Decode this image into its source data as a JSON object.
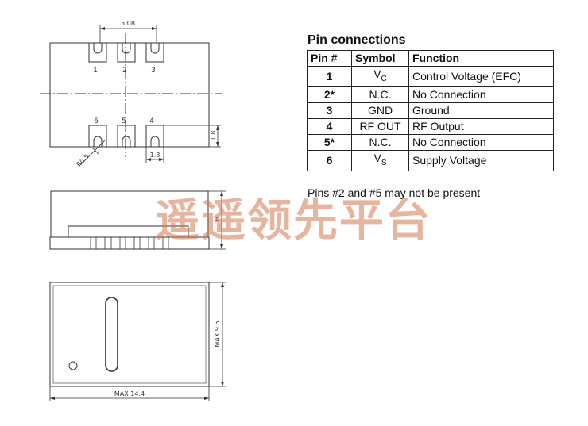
{
  "drawing": {
    "pin_pitch": "5.08",
    "pin_labels": [
      "1",
      "2",
      "3",
      "6",
      "5",
      "4"
    ],
    "pad_height": "1.8",
    "pad_width": "1.8",
    "corner_radius": "R0.5",
    "height_label": "H",
    "max_height": "MAX 9.5",
    "max_width": "MAX 14.4"
  },
  "table": {
    "title": "Pin connections",
    "headers": {
      "pin": "Pin #",
      "symbol": "Symbol",
      "function": "Function"
    },
    "rows": [
      {
        "pin": "1",
        "symbol": "V",
        "sub": "C",
        "function": "Control Voltage (EFC)"
      },
      {
        "pin": "2*",
        "symbol": "N.C.",
        "sub": "",
        "function": "No Connection"
      },
      {
        "pin": "3",
        "symbol": "GND",
        "sub": "",
        "function": "Ground"
      },
      {
        "pin": "4",
        "symbol": "RF OUT",
        "sub": "",
        "function": "RF Output"
      },
      {
        "pin": "5*",
        "symbol": "N.C.",
        "sub": "",
        "function": "No Connection"
      },
      {
        "pin": "6",
        "symbol": "V",
        "sub": "S",
        "function": "Supply Voltage"
      }
    ]
  },
  "note": "Pins #2 and #5 may not be present",
  "watermark": "遥遥领先平台"
}
